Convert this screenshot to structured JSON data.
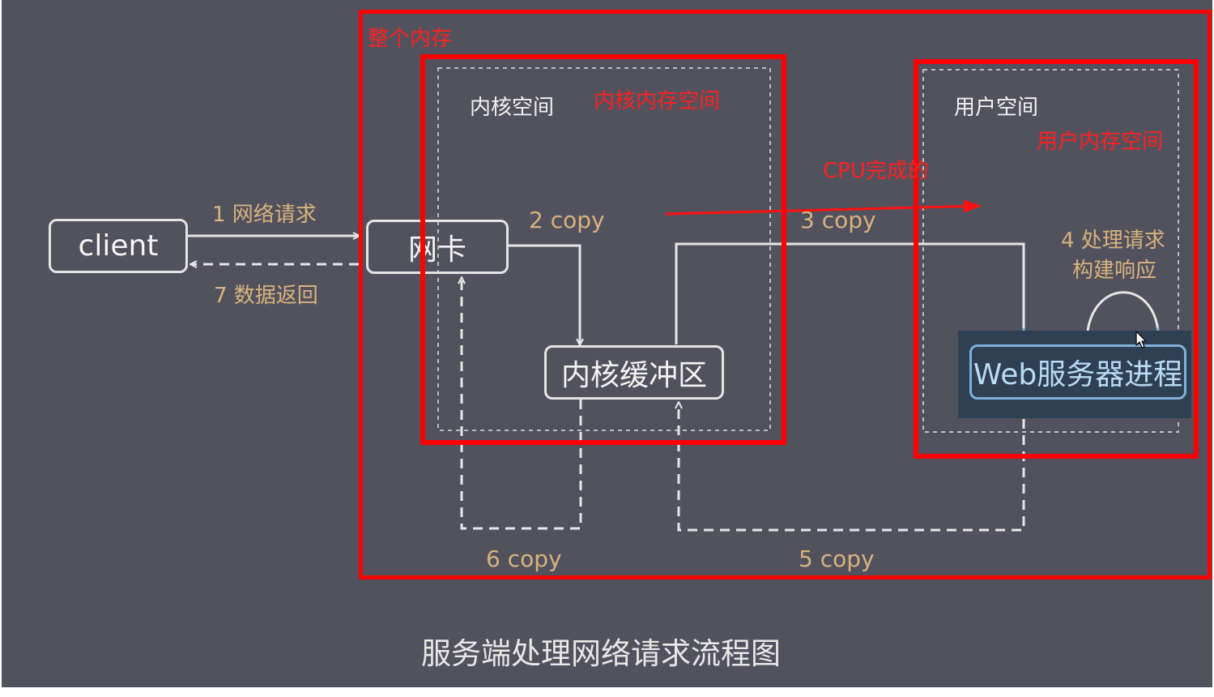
{
  "diagram": {
    "title": "服务端处理网络请求流程图",
    "nodes": {
      "client": "client",
      "nic": "网卡",
      "kernel_buffer": "内核缓冲区",
      "web_process": "Web服务器进程"
    },
    "regions": {
      "kernel_space": "内核空间",
      "user_space": "用户空间"
    },
    "steps": {
      "s1": "1 网络请求",
      "s2": "2 copy",
      "s3": "3 copy",
      "s4_line1": "4 处理请求",
      "s4_line2": "构建响应",
      "s5": "5 copy",
      "s6": "6 copy",
      "s7": "7 数据返回"
    }
  },
  "annotations": {
    "whole_memory": "整个内存",
    "kernel_memory_space": "内核内存空间",
    "user_memory_space": "用户内存空间",
    "cpu_done": "CPU完成的"
  },
  "colors": {
    "background": "#52525e",
    "annotation": "#ff0000",
    "step_label": "#d8b27c",
    "node_border": "#e4e4e4",
    "web_process_border": "#7fb2d9"
  }
}
